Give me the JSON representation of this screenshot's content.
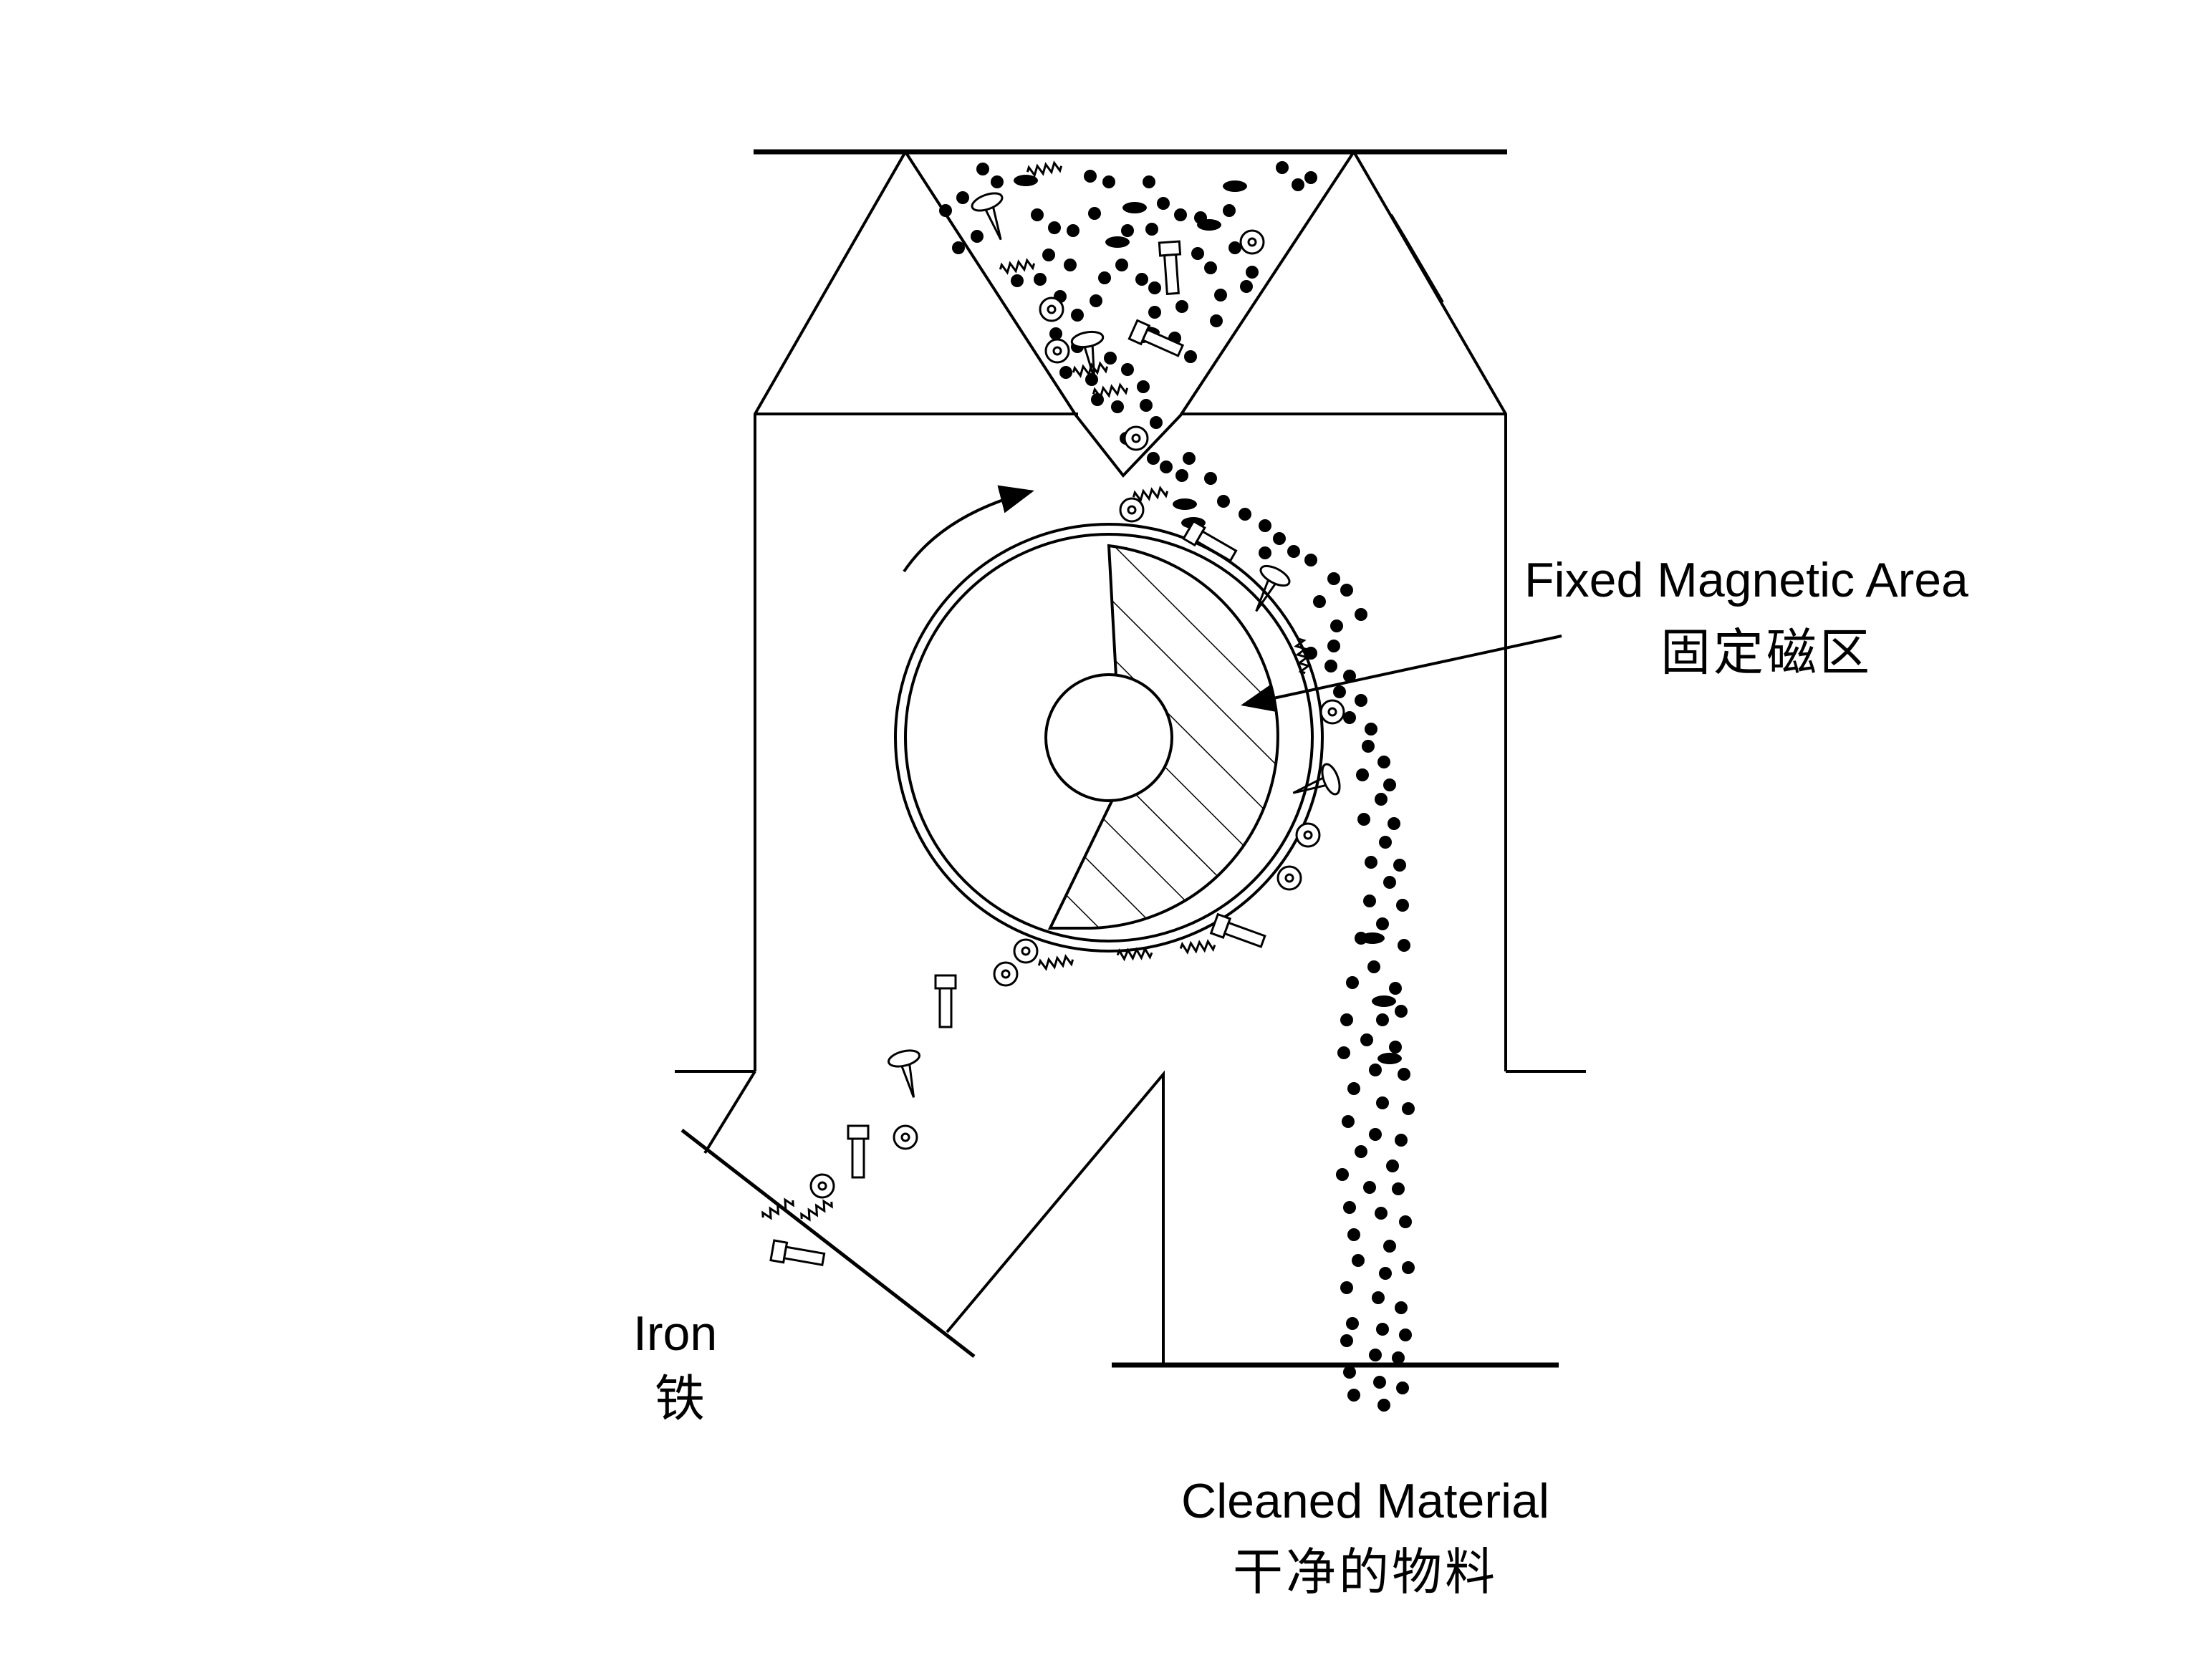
{
  "labels": {
    "fixed_magnetic_area": {
      "en": "Fixed Magnetic Area",
      "cn": "固定磁区"
    },
    "iron": {
      "en": "Iron",
      "cn": "铁"
    },
    "cleaned_material": {
      "en": "Cleaned Material",
      "cn": "干净的物料"
    }
  },
  "colors": {
    "ink": "#000000",
    "paper": "#ffffff"
  },
  "icons": {
    "drum": "magnetic-drum",
    "rotation": "curved-arrow-clockwise",
    "particles": [
      "nonmagnetic-particle",
      "bolt-icon",
      "nail-icon",
      "washer-icon",
      "spring-icon"
    ]
  }
}
